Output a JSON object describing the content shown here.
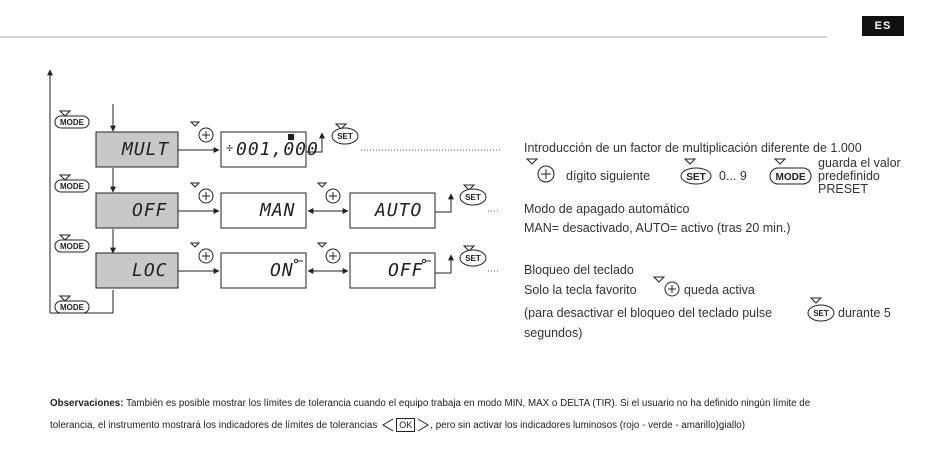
{
  "header": {
    "language_badge": "ES"
  },
  "keys": {
    "mode": "MODE",
    "set": "SET"
  },
  "rows": [
    {
      "label": "MULT",
      "screens": [
        "001,000"
      ],
      "screen_prefix": "÷",
      "description": {
        "line1": "Introducción de un factor de multiplicación diferente de 1.000",
        "next_digit": "dígito siguiente",
        "digits": "0... 9",
        "mode_saves_line1": "guarda el valor",
        "mode_saves_line2": "predefinido",
        "mode_saves_line3": "PRESET"
      }
    },
    {
      "label": "OFF",
      "screens": [
        "MAN",
        "AUTO"
      ],
      "description": {
        "line1": "Modo de apagado automático",
        "line2": "MAN= desactivado, AUTO= activo (tras 20 min.)"
      }
    },
    {
      "label": "LOC",
      "screens": [
        "ON",
        "OFF"
      ],
      "description": {
        "line1": "Bloqueo del teclado",
        "line2_a": "Solo la tecla favorito",
        "line2_b": "queda activa",
        "line3_a": "(para desactivar el bloqueo del teclado pulse",
        "line3_b": "durante 5",
        "line4": "segundos)"
      }
    }
  ],
  "observations": {
    "label": "Observaciones:",
    "line1": "También es posible mostrar los límites de tolerancia cuando el equipo trabaja en modo MIN, MAX o DELTA (TIR). Si el usuario no ha definido ningún límite de",
    "line2_a": "tolerancia, el instrumento mostrará los indicadores de límites de tolerancias",
    "ok": "OK",
    "line2_b": ", pero sin activar los indicadores luminosos (rojo - verde - amarillo)giallo)"
  }
}
